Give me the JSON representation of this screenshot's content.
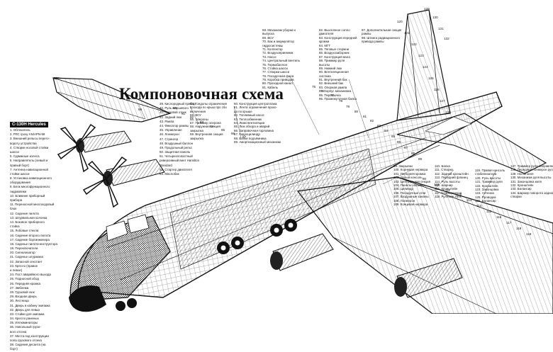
{
  "title": "Компоновочная схема",
  "legend_heading": "C-130H Hercules",
  "legend_left": [
    "1. Обтекатель",
    "2. РЛС грозу AN/APN-59",
    "3. Внешний рельсы перего-",
    "вороту устройства",
    "4. Створки носовой стойки",
    "шасси",
    "5. Сдвижные колеса",
    "6. Направлятель (левый и",
    "правый борт)",
    "7. Антенна навигационной",
    "стойки шасси",
    "8. Установка навигационного",
    "оборудования",
    "9. Блок многофункционного",
    "гидравлики",
    "10. Ближние приборный",
    "прибора",
    "11. Переносной многоходовый",
    "блок",
    "12. Сидение пилота",
    "13. Штурвальная колонка",
    "14. Боковое приборного",
    "стойка",
    "15. Лобовые стекла",
    "16. Сидение второго пилота",
    "17. Сидение бортинженера",
    "18. Сиденье пилота-инструктора",
    "19. Переключатели",
    "20. Сигнализатор",
    "21. Сиденье штурмана",
    "22. Запасной секстант",
    "23. Кресло (правое",
    "и левое)",
    "24. Пост аварийного выхода",
    "25. Подносной обод",
    "26. Передняя кромка",
    "27. Эмблема",
    "28. Грузовой люк",
    "29. Входная дверь",
    "30. Лестница",
    "31. Дверь в кабину экипажа",
    "32. Дверь для левых",
    "33. Стойки для экипажа",
    "34. Кресло раненых",
    "35. Иллюминаторы",
    "36. Напольный грузо-",
    "вого отсека",
    "37. Места под конструкции",
    "пола грузового отсека",
    "38. Сидения десанта (на",
    "борт)"
  ],
  "legend_mid": [
    "39. Кислородный прибор",
    "40. Руль маршевого",
    "41. Грузовой отсек",
    "42. Задний люк",
    "43. Рампа",
    "44. Фиксатор рампы",
    "45. Управление",
    "46. Лонжерон",
    "47. Стрингер",
    "48. Воздушный баллон",
    "49. Продольный рельс",
    "50. Защитная панель",
    "51. Четырехлопастный",
    "реверсивный винт Hamilton",
    "Standard",
    "52. Стартер двигателя",
    "53. Маслобак"
  ],
  "callout_a": [
    "54. Гондолы ограничения",
    "прохода по крыш про сбо",
    "включения",
    "55. ВСУ",
    "56. Элероны",
    "57. Триммер элерона",
    "58. Наружная секция",
    "закрылка",
    "59. Внутренняя секция",
    "закрылка"
  ],
  "callout_b": [
    "60. Конструкция центроплана",
    "61. Лента ограничения прохо-",
    "да по крыше",
    "62. Топливный насос",
    "63. Теплообменник",
    "64. Люки вентиляции",
    "65. Люк обзора и аварий",
    "66. Заправочная горловина",
    "67. Гидроцилиндр",
    "68. Балки подъёмника",
    "69. Амортизационный механизм"
  ],
  "callout_c": [
    "68. Механизм уборки и",
    "выпуска",
    "69. ВСУ",
    "70. Бак и аккумулятор",
    "гидросистемы",
    "71. Коллектор",
    "72. Воздухоприемник",
    "73. Насос",
    "74. Центральный вентиль",
    "75. Термобаллон",
    "76. Стойка шасси",
    "77. Створки шасси",
    "78. Посадочная фара",
    "79. Коробка приводов",
    "80. Проходной канал",
    "81. Кабель"
  ],
  "callout_d": [
    "82. Выхлопное сопло",
    "двигателя",
    "83. Конструкция передней",
    "кромки",
    "84. МГТ",
    "85. Тяговые стержни",
    "86. Воздухозаборник",
    "87. Конструкция вала",
    "88. Триммер руля",
    "высоты",
    "89. Нижний люк",
    "90. Вентиляционная",
    "система",
    "91. Внутренний бак",
    "92. Внешний бак",
    "93. Опорная рампа",
    "94. Корпус механизма",
    "95. Перемычка",
    "96. Промежуточная балка"
  ],
  "callout_e": [
    "97. Дополнительная секция",
    "рампы",
    "98. Штанга радиационного",
    "привода рампы"
  ],
  "callout_f": [
    "99. Закрылки",
    "100. Корневая нервюра",
    "101. Передняя кромка",
    "102. Левый консоль",
    "103. Центральная секция",
    "104. Панель обшивки",
    "105. Цилиндр",
    "106. Посадочные огни",
    "107. Воздушные каналы",
    "108. Лонжерон",
    "109. Концевая нервюра"
  ],
  "callout_g": [
    "110. Балка",
    "111. Створки",
    "112. Задний кронштейн",
    "113. Передний фланец",
    "114. Руль высоты",
    "115. Шарнир",
    "116. Кронштейн",
    "117. Стабилизатор",
    "118. Рулевые тяги"
  ],
  "callout_h": [
    "119. Правая консоль",
    "стабилизатора",
    "120. Руль высоты",
    "121. Триммер руля",
    "122. Кронштейн",
    "123. Законцовка",
    "124. Антенна",
    "125. Проводка",
    "126. Балансир"
  ],
  "callout_i": [
    "127. Триммер руля направления",
    "128. Передний лонжерон руля",
    "129. Носок киля",
    "130. Механизм руля высоты",
    "131. Законцовка киля",
    "132. Кронштейн",
    "133. Балансир",
    "134. Шарнир поворота задней",
    "створки"
  ],
  "num_labels": [
    "53",
    "54",
    "59",
    "60",
    "61",
    "62",
    "63",
    "64",
    "65",
    "66",
    "67",
    "75",
    "76",
    "77",
    "78",
    "79",
    "80",
    "81",
    "82",
    "83",
    "84",
    "85",
    "86",
    "87",
    "88",
    "89",
    "90",
    "110",
    "111",
    "112",
    "113",
    "114",
    "115",
    "116",
    "117",
    "118",
    "119",
    "120",
    "121",
    "122",
    "123",
    "124",
    "125",
    "126",
    "127",
    "128",
    "129",
    "130",
    "131",
    "132",
    "133"
  ]
}
